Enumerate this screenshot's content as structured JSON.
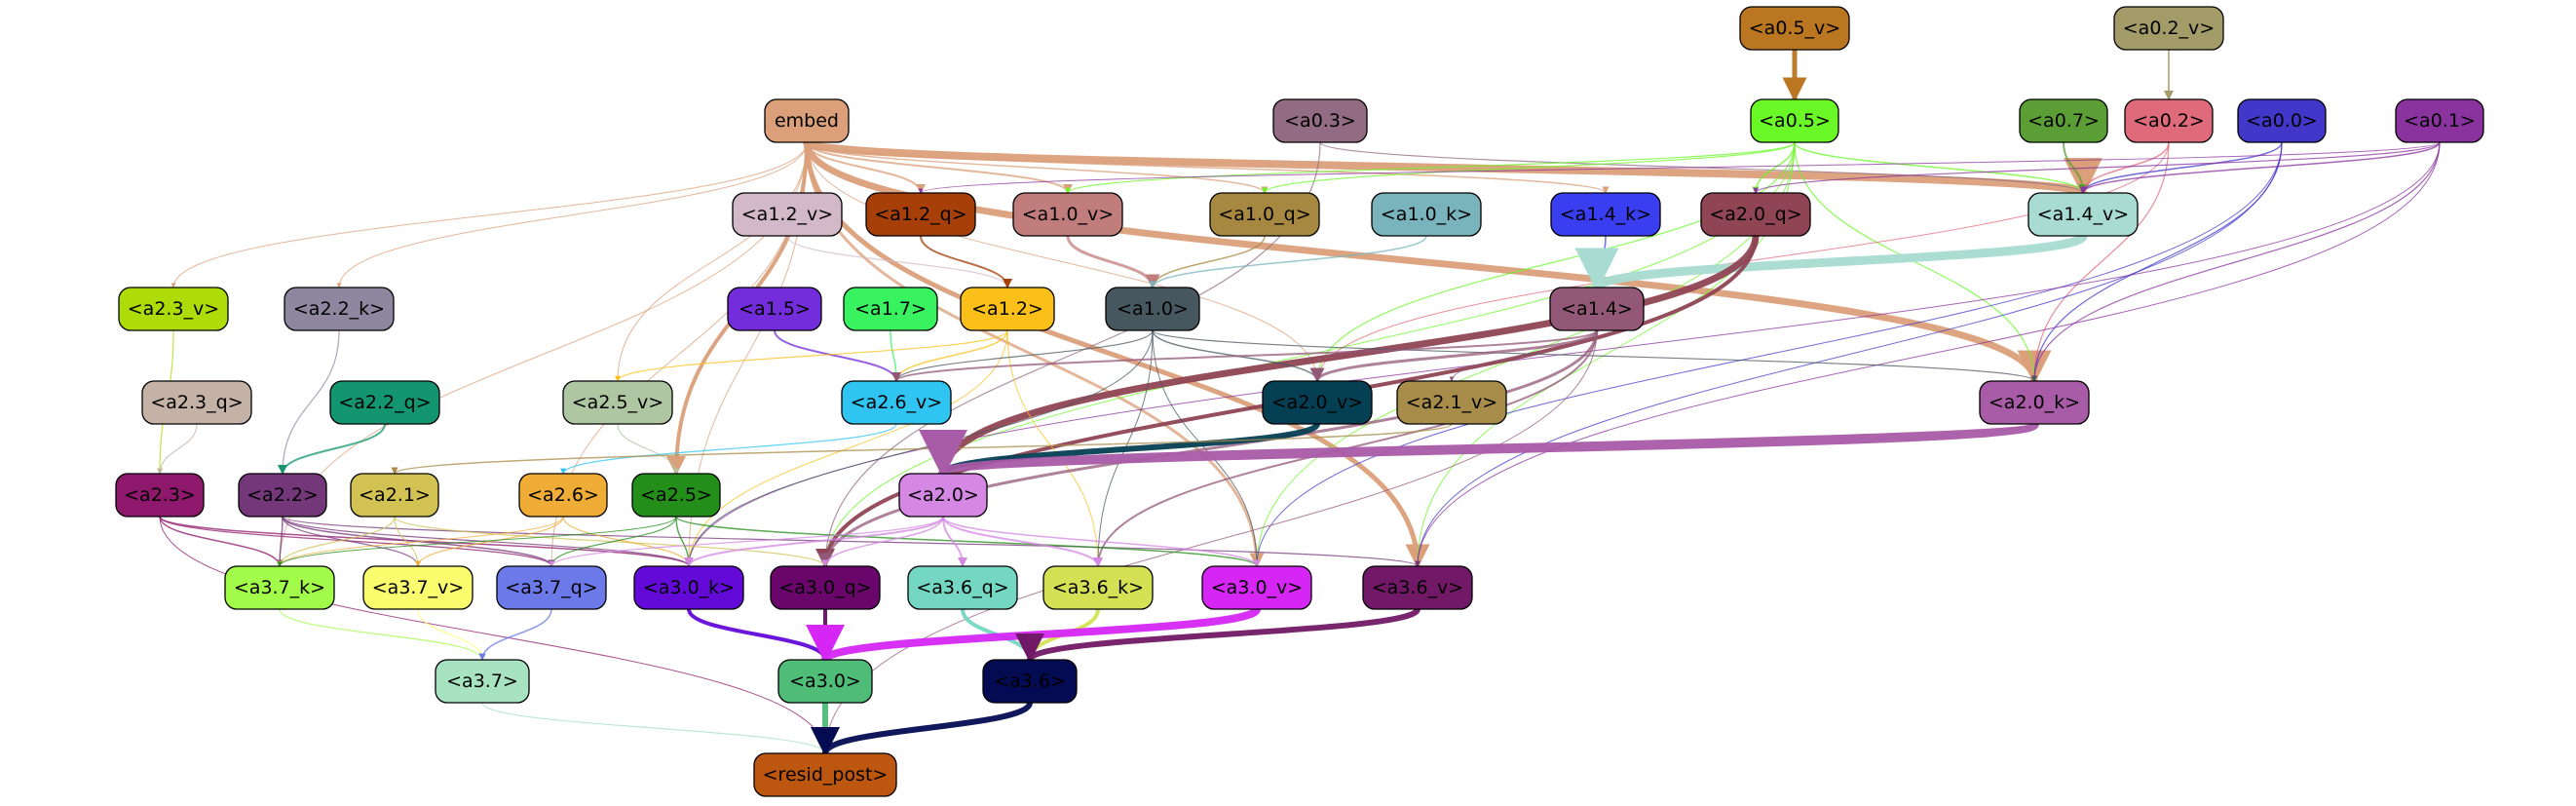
{
  "nodes": [
    {
      "id": "a0_5_v",
      "label": "<a0.5_v>",
      "color": "#ba7621"
    },
    {
      "id": "a0_2_v",
      "label": "<a0.2_v>",
      "color": "#a39c68"
    },
    {
      "id": "embed",
      "label": "embed",
      "color": "#db9f7a"
    },
    {
      "id": "a0_3",
      "label": "<a0.3>",
      "color": "#926c82"
    },
    {
      "id": "a0_5",
      "label": "<a0.5>",
      "color": "#6af826"
    },
    {
      "id": "a0_7",
      "label": "<a0.7>",
      "color": "#5b9e36"
    },
    {
      "id": "a0_2",
      "label": "<a0.2>",
      "color": "#df6a7a"
    },
    {
      "id": "a0_0",
      "label": "<a0.0>",
      "color": "#4137c9"
    },
    {
      "id": "a0_1",
      "label": "<a0.1>",
      "color": "#8a329d"
    },
    {
      "id": "a1_2_v",
      "label": "<a1.2_v>",
      "color": "#d3b9c8"
    },
    {
      "id": "a1_2_q",
      "label": "<a1.2_q>",
      "color": "#a73f09"
    },
    {
      "id": "a1_0_v",
      "label": "<a1.0_v>",
      "color": "#c17c7c"
    },
    {
      "id": "a1_0_q",
      "label": "<a1.0_q>",
      "color": "#a68841"
    },
    {
      "id": "a1_0_k",
      "label": "<a1.0_k>",
      "color": "#79b4bc"
    },
    {
      "id": "a1_4_k",
      "label": "<a1.4_k>",
      "color": "#3a3ef1"
    },
    {
      "id": "a2_0_q",
      "label": "<a2.0_q>",
      "color": "#8f4553"
    },
    {
      "id": "a1_4_v",
      "label": "<a1.4_v>",
      "color": "#a8dbd1"
    },
    {
      "id": "a2_3_v",
      "label": "<a2.3_v>",
      "color": "#aedc08"
    },
    {
      "id": "a2_2_k",
      "label": "<a2.2_k>",
      "color": "#8f879f"
    },
    {
      "id": "a1_5",
      "label": "<a1.5>",
      "color": "#732cd9"
    },
    {
      "id": "a1_7",
      "label": "<a1.7>",
      "color": "#38f25f"
    },
    {
      "id": "a1_2",
      "label": "<a1.2>",
      "color": "#fac019"
    },
    {
      "id": "a1_0",
      "label": "<a1.0>",
      "color": "#47575f"
    },
    {
      "id": "a1_4",
      "label": "<a1.4>",
      "color": "#935878"
    },
    {
      "id": "a2_3_q",
      "label": "<a2.3_q>",
      "color": "#c4b2a6"
    },
    {
      "id": "a2_2_q",
      "label": "<a2.2_q>",
      "color": "#139570"
    },
    {
      "id": "a2_5_v",
      "label": "<a2.5_v>",
      "color": "#aec6a1"
    },
    {
      "id": "a2_6_v",
      "label": "<a2.6_v>",
      "color": "#2fc4f2"
    },
    {
      "id": "a2_0_v",
      "label": "<a2.0_v>",
      "color": "#053f54"
    },
    {
      "id": "a2_1_v",
      "label": "<a2.1_v>",
      "color": "#a88c4a"
    },
    {
      "id": "a2_0_k",
      "label": "<a2.0_k>",
      "color": "#a85ba6"
    },
    {
      "id": "a2_3",
      "label": "<a2.3>",
      "color": "#8e186b"
    },
    {
      "id": "a2_2",
      "label": "<a2.2>",
      "color": "#743779"
    },
    {
      "id": "a2_1",
      "label": "<a2.1>",
      "color": "#d2c254"
    },
    {
      "id": "a2_6",
      "label": "<a2.6>",
      "color": "#efac37"
    },
    {
      "id": "a2_5",
      "label": "<a2.5>",
      "color": "#248e1a"
    },
    {
      "id": "a2_0",
      "label": "<a2.0>",
      "color": "#d487e3"
    },
    {
      "id": "a3_7_k",
      "label": "<a3.7_k>",
      "color": "#a2fc4a"
    },
    {
      "id": "a3_7_v",
      "label": "<a3.7_v>",
      "color": "#fafd6d"
    },
    {
      "id": "a3_7_q",
      "label": "<a3.7_q>",
      "color": "#6c7ae9"
    },
    {
      "id": "a3_0_k",
      "label": "<a3.0_k>",
      "color": "#630ad9"
    },
    {
      "id": "a3_0_q",
      "label": "<a3.0_q>",
      "color": "#6a066b"
    },
    {
      "id": "a3_6_q",
      "label": "<a3.6_q>",
      "color": "#74d7c3"
    },
    {
      "id": "a3_6_k",
      "label": "<a3.6_k>",
      "color": "#d4e155"
    },
    {
      "id": "a3_0_v",
      "label": "<a3.0_v>",
      "color": "#d526f5"
    },
    {
      "id": "a3_6_v",
      "label": "<a3.6_v>",
      "color": "#711966"
    },
    {
      "id": "a3_7",
      "label": "<a3.7>",
      "color": "#a7e2c1"
    },
    {
      "id": "a3_0",
      "label": "<a3.0>",
      "color": "#4fbd78"
    },
    {
      "id": "a3_6",
      "label": "<a3.6>",
      "color": "#040b52"
    },
    {
      "id": "resid_post",
      "label": "<resid_post>",
      "color": "#bd560e"
    }
  ]
}
